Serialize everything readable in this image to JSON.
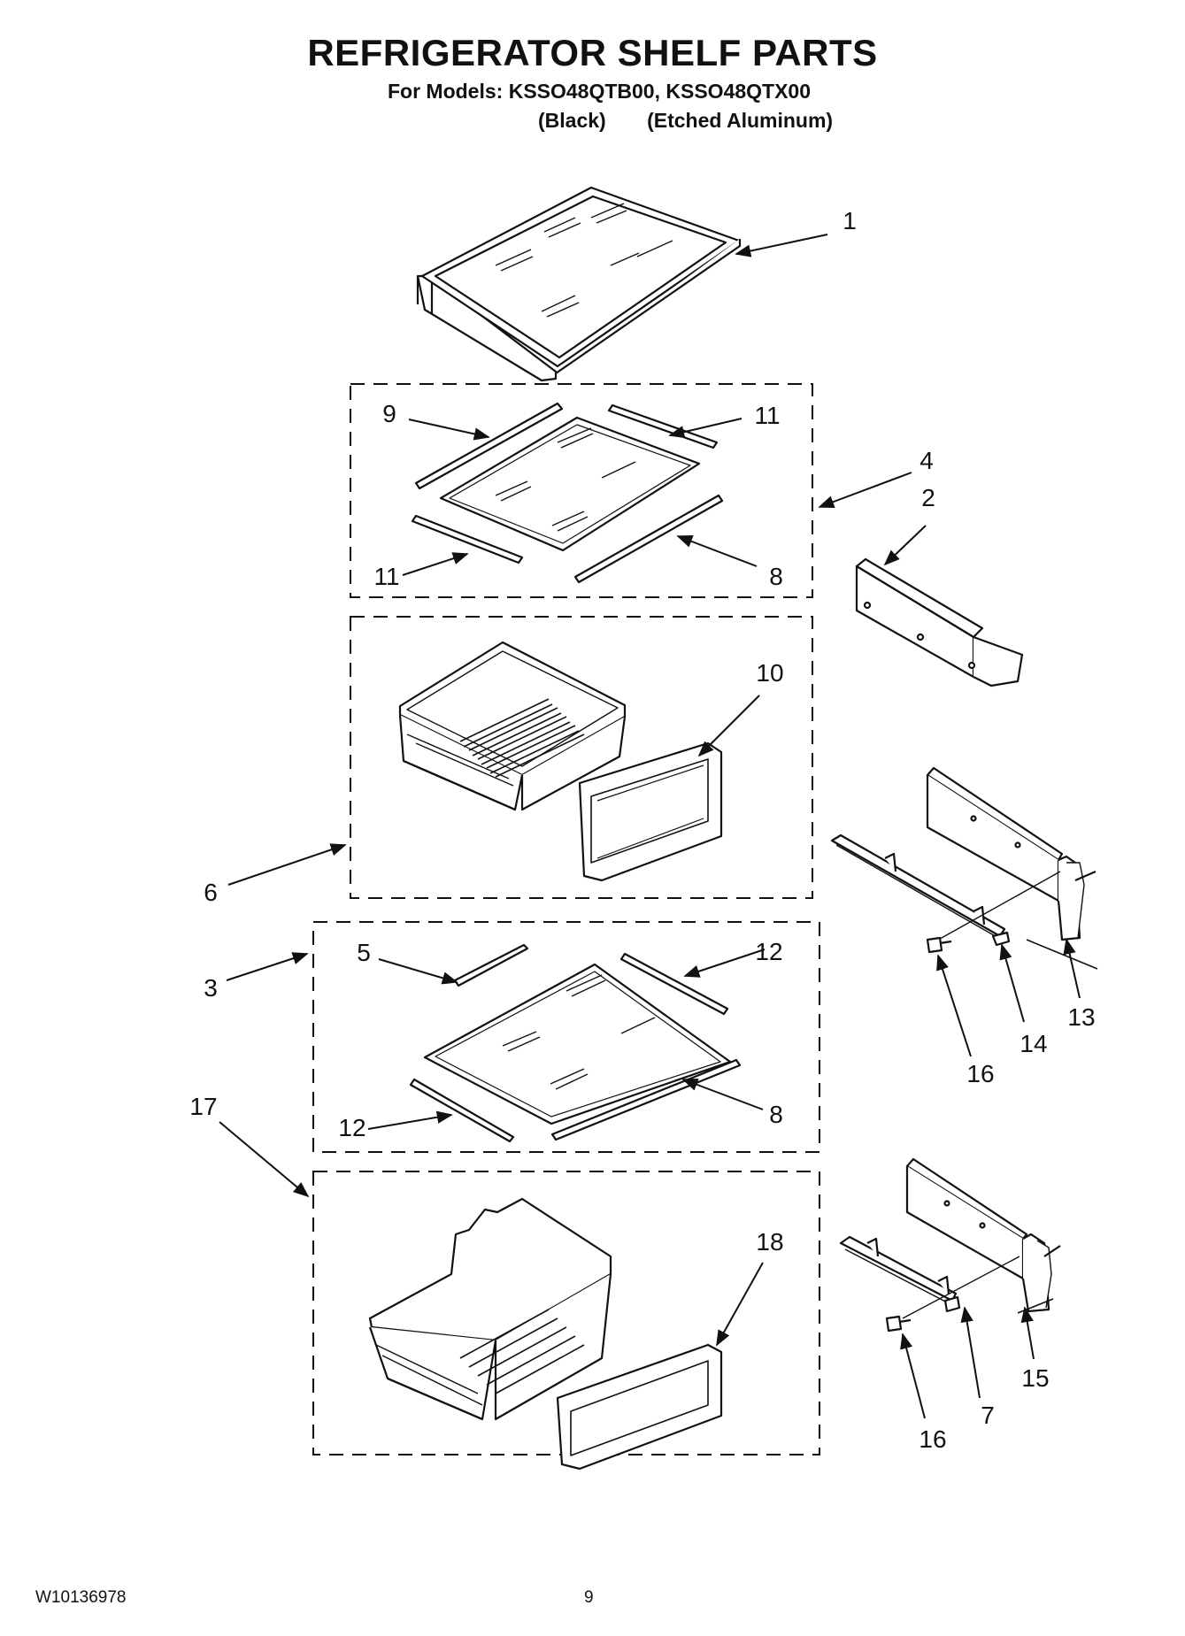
{
  "header": {
    "title": "REFRIGERATOR SHELF PARTS",
    "models": "For Models: KSSO48QTB00, KSSO48QTX00",
    "finish_1": "(Black)",
    "finish_2": "(Etched Aluminum)"
  },
  "callouts": [
    "1",
    "9",
    "11",
    "4",
    "2",
    "11",
    "8",
    "10",
    "6",
    "5",
    "12",
    "3",
    "17",
    "12",
    "8",
    "13",
    "14",
    "16",
    "18",
    "15",
    "7",
    "16"
  ],
  "footer": {
    "doc_number": "W10136978",
    "page": "9"
  }
}
